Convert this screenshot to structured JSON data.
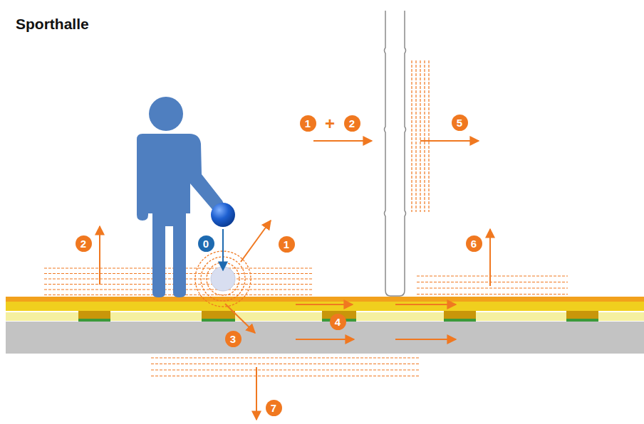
{
  "diagram": {
    "title": "Sporthalle",
    "labels": [
      "2",
      "0",
      "1",
      "1",
      "+",
      "2",
      "5",
      "6",
      "3",
      "4",
      "7"
    ]
  }
}
